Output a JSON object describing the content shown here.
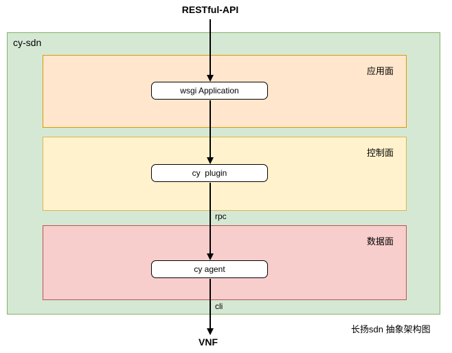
{
  "diagram": {
    "top_label": "RESTful-API",
    "container_label": "cy-sdn",
    "planes": [
      {
        "label": "应用面",
        "node": "wsgi Application"
      },
      {
        "label": "控制面",
        "node": "cy  plugin"
      },
      {
        "label": "数据面",
        "node": "cy agent"
      }
    ],
    "edge_labels": {
      "rpc": "rpc",
      "cli": "cli"
    },
    "bottom_label": "VNF",
    "caption": "长扬sdn 抽象架构图"
  },
  "colors": {
    "container_fill": "#d5e8d4",
    "container_border": "#82b366",
    "application_plane_fill": "#ffe6cc",
    "application_plane_border": "#d79b00",
    "control_plane_fill": "#fff2cc",
    "control_plane_border": "#d6b656",
    "data_plane_fill": "#f8cecc",
    "data_plane_border": "#b85450",
    "node_fill": "#ffffff",
    "node_border": "#000000",
    "arrow": "#000000"
  }
}
